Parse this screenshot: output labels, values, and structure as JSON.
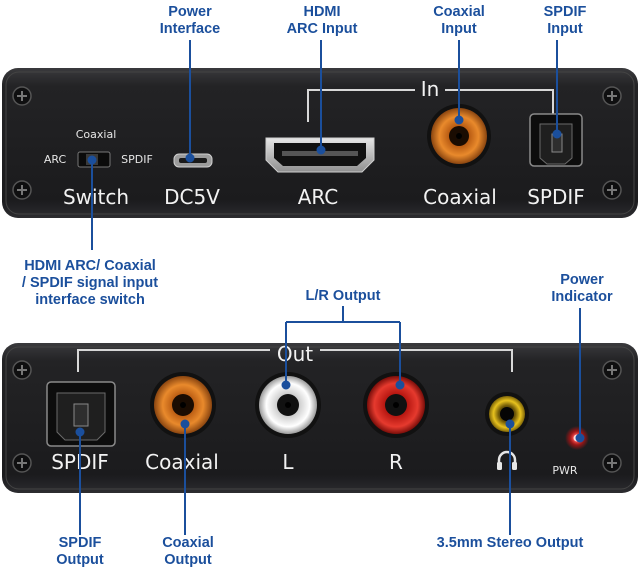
{
  "top_panel": {
    "in_label": "In",
    "labels": {
      "switch": "Switch",
      "dc5v": "DC5V",
      "arc": "ARC",
      "coaxial": "Coaxial",
      "spdif": "SPDIF"
    },
    "switch_labels": {
      "top": "Coaxial",
      "left": "ARC",
      "right": "SPDIF"
    }
  },
  "bottom_panel": {
    "out_label": "Out",
    "labels": {
      "spdif": "SPDIF",
      "coaxial": "Coaxial",
      "left": "L",
      "right": "R",
      "pwr": "PWR"
    }
  },
  "callouts": {
    "power_interface": [
      "Power",
      "Interface"
    ],
    "hdmi_arc_input": [
      "HDMI",
      "ARC Input"
    ],
    "coaxial_input": [
      "Coaxial",
      "Input"
    ],
    "spdif_input": [
      "SPDIF",
      "Input"
    ],
    "switch_desc": [
      "HDMI ARC/ Coaxial",
      "/ SPDIF signal input",
      "interface switch"
    ],
    "lr_output": "L/R Output",
    "power_indicator": [
      "Power",
      "Indicator"
    ],
    "spdif_output": [
      "SPDIF",
      "Output"
    ],
    "coaxial_output": [
      "Coaxial",
      "Output"
    ],
    "stereo_output": "3.5mm Stereo Output"
  },
  "colors": {
    "callout_text": "#1b4f9c",
    "panel": "#1e1e20",
    "coaxial_orange": "#d9731f",
    "rca_red": "#c8201a",
    "rca_white": "#e8e8e8",
    "jack_gold": "#d9b21c",
    "led_red": "#ff2a2a"
  },
  "icons": [
    "screw-icon",
    "headphone-icon"
  ]
}
